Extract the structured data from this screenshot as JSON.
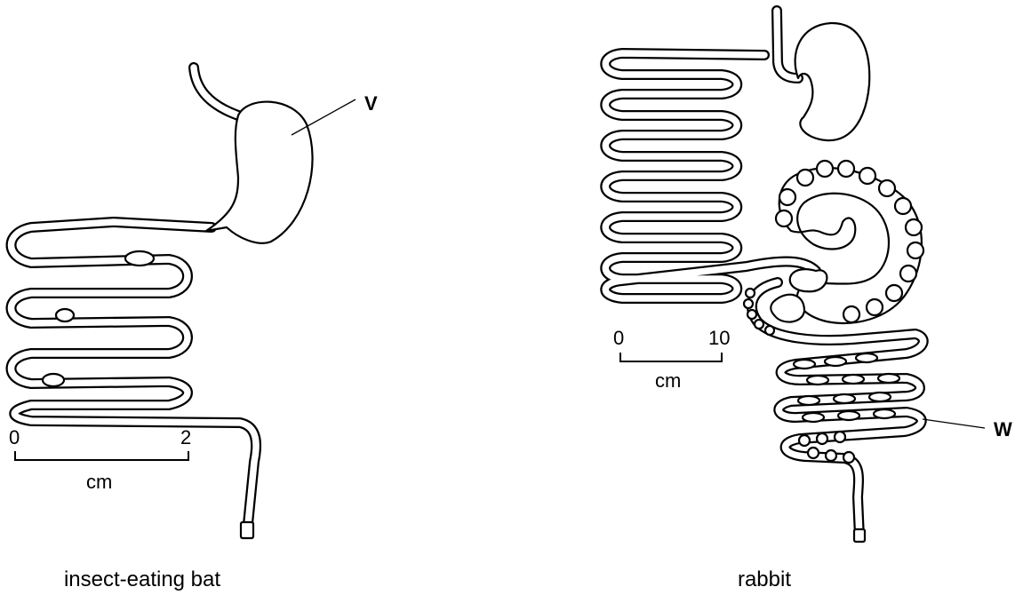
{
  "bat": {
    "caption": "insect-eating bat",
    "label_v": "V",
    "scale": {
      "start": "0",
      "end": "2",
      "unit": "cm"
    }
  },
  "rabbit": {
    "caption": "rabbit",
    "label_w": "W",
    "scale": {
      "start": "0",
      "end": "10",
      "unit": "cm"
    }
  }
}
